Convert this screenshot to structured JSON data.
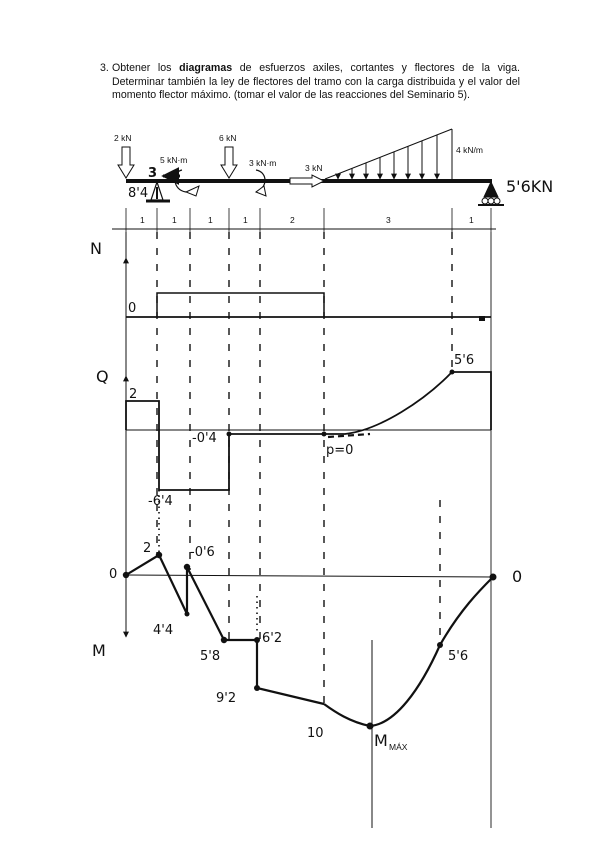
{
  "problem": {
    "number": "3.",
    "text_before": "Obtener los ",
    "bold": "diagramas",
    "text_after": " de esfuerzos axiles, cortantes y flectores de la viga. Determinar también la ley de flectores del tramo con la carga distribuida y el valor del momento flector máximo. (tomar el valor de las reacciones del Seminario 5)."
  },
  "beam": {
    "loads": {
      "p1": "2 kN",
      "m1": "5 kN·m",
      "p2": "6 kN",
      "m2": "3 kN·m",
      "p3": "3 kN",
      "q": "4 kN/m"
    },
    "reactions": {
      "ha": "3",
      "va": "8'4",
      "vb": "5'6KN"
    },
    "spans": [
      "1",
      "1",
      "1",
      "1",
      "2",
      "3",
      "1"
    ]
  },
  "diagrams": {
    "N": {
      "axis_label": "N",
      "values": {
        "zero": "0"
      }
    },
    "Q": {
      "axis_label": "Q",
      "values": {
        "v1": "2",
        "v2": "-6'4",
        "v3": "-0'4",
        "v4": "5'6",
        "zero_point": "p=0"
      }
    },
    "M": {
      "axis_label": "M",
      "values": {
        "left": "0",
        "right": "0",
        "a": "2",
        "b": "4'4",
        "c": "-0'6",
        "d": "5'8",
        "e": "6'2",
        "f": "9'2",
        "g": "10",
        "h": "5'6",
        "max": "M",
        "max_sub": "MÁX"
      }
    }
  }
}
